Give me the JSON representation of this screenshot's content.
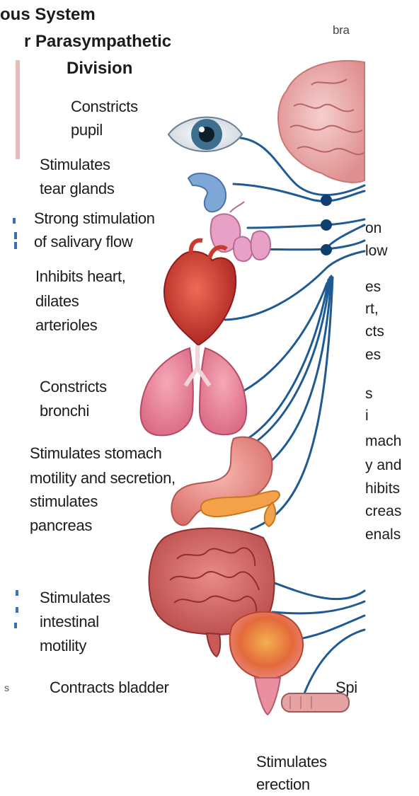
{
  "title": {
    "line1": "ous System",
    "line2": "r Parasympathetic",
    "line3": "Division"
  },
  "top_right_fragment": "bra",
  "effects": {
    "eye": [
      "Constricts",
      "pupil"
    ],
    "tear": [
      "Stimulates",
      "tear glands"
    ],
    "salivary": [
      "Strong stimulation",
      "of salivary flow"
    ],
    "heart": [
      "Inhibits heart,",
      "dilates",
      "arterioles"
    ],
    "lungs": [
      "Constricts",
      "bronchi"
    ],
    "stomach": [
      "Stimulates stomach",
      "motility and secretion,",
      "stimulates",
      "pancreas"
    ],
    "intestine": [
      "Stimulates",
      "intestinal",
      "motility"
    ],
    "bladder": "Contracts bladder",
    "erection": [
      "Stimulates",
      "erection"
    ]
  },
  "right_cropped": {
    "r1": "on",
    "r2": "low",
    "r3": "es",
    "r4": "rt,",
    "r5": "cts",
    "r6": "es",
    "r7": "s",
    "r8": "i",
    "r9": "mach",
    "r10": "y and",
    "r11": "hibits",
    "r12": "creas",
    "r13": "enals"
  },
  "spinal_fragment": "Spi",
  "left_fragment": "s",
  "colors": {
    "nerve": "#1f5a93",
    "ganglion": "#0f3f6e",
    "brain": "#eaa6a6",
    "heart": "#c8352e",
    "lungs": "#e67f97",
    "stomach": "#e98d87",
    "pancreas": "#f3a24a",
    "intestine": "#c95a5a",
    "bladder": "#e2603d"
  }
}
